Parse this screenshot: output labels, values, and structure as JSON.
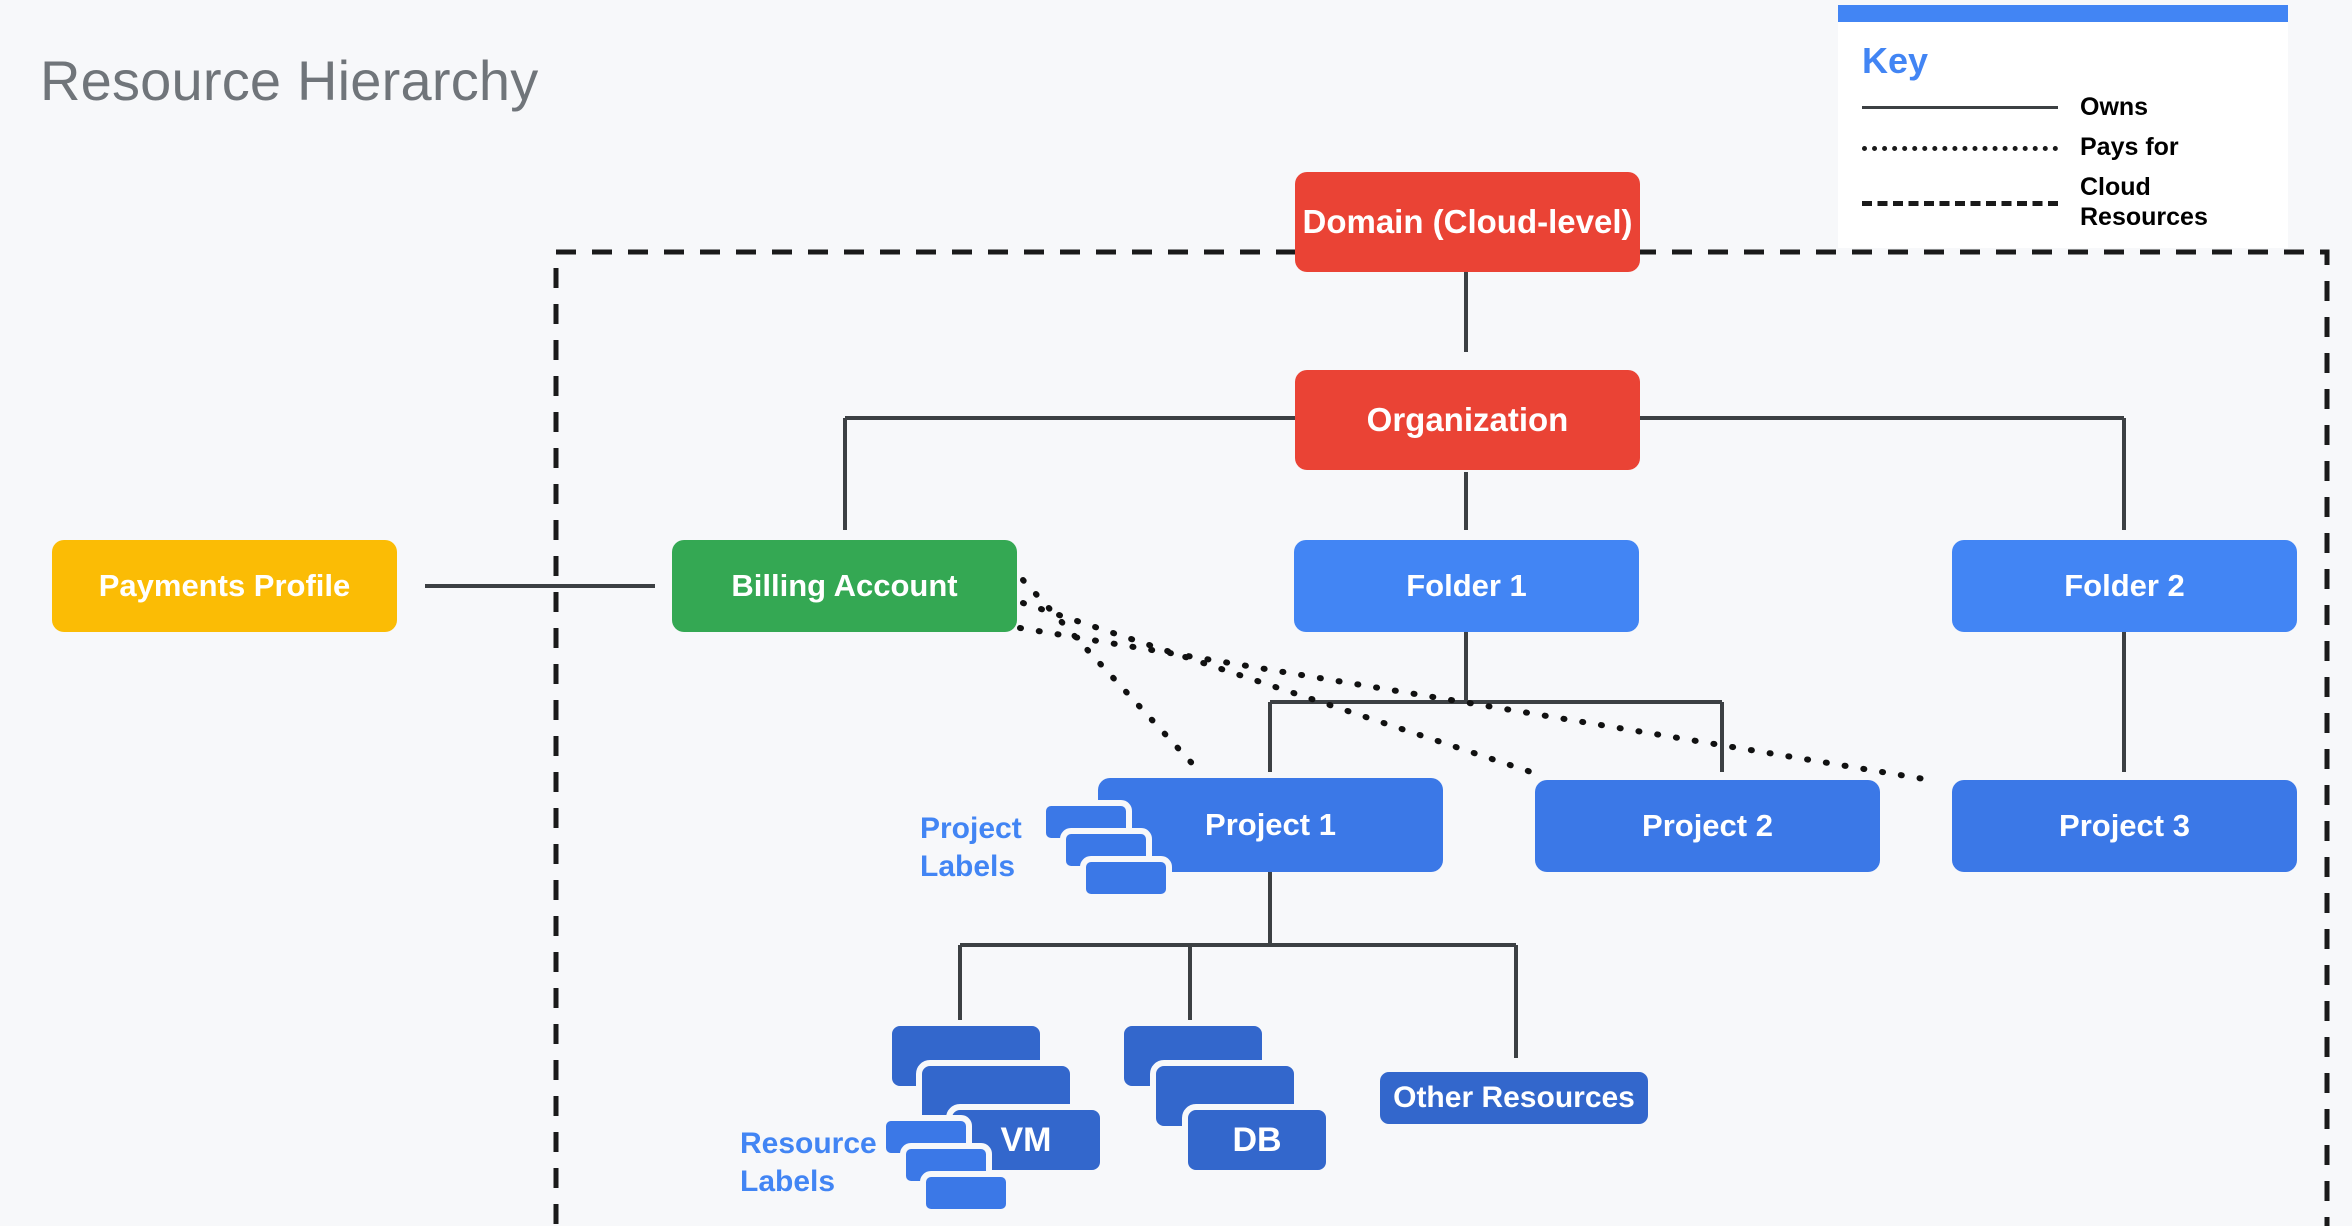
{
  "page": {
    "title": "Resource Hierarchy",
    "background": "#f7f8fa"
  },
  "legend": {
    "title": "Key",
    "accent_color": "#4285F4",
    "items": [
      {
        "style": "solid",
        "label": "Owns"
      },
      {
        "style": "dotted",
        "label": "Pays for"
      },
      {
        "style": "dashed",
        "label": "Cloud Resources"
      }
    ]
  },
  "boundary": {
    "name": "cloud-resources-boundary",
    "style": "dashed",
    "color": "#1a1a1a"
  },
  "nodes": {
    "domain": {
      "label": "Domain (Cloud-level)",
      "color": "#EA4335"
    },
    "organization": {
      "label": "Organization",
      "color": "#EA4335"
    },
    "payments": {
      "label": "Payments Profile",
      "color": "#FBBC05"
    },
    "billing": {
      "label": "Billing Account",
      "color": "#34A853"
    },
    "folder1": {
      "label": "Folder 1",
      "color": "#4285F4"
    },
    "folder2": {
      "label": "Folder 2",
      "color": "#4285F4"
    },
    "project1": {
      "label": "Project 1",
      "color": "#3B78E7"
    },
    "project2": {
      "label": "Project 2",
      "color": "#3B78E7"
    },
    "project3": {
      "label": "Project 3",
      "color": "#3B78E7"
    },
    "vm": {
      "label": "VM",
      "color": "#3367CC"
    },
    "db": {
      "label": "DB",
      "color": "#3367CC"
    },
    "other": {
      "label": "Other Resources",
      "color": "#3367CC"
    }
  },
  "captions": {
    "project_labels": "Project\nLabels",
    "project_labels_line1": "Project",
    "project_labels_line2": "Labels",
    "resource_labels_line1": "Resource",
    "resource_labels_line2": "Labels",
    "color": "#4285F4"
  },
  "chart_data": {
    "type": "diagram",
    "title": "Resource Hierarchy",
    "edges": [
      {
        "from": "domain",
        "to": "organization",
        "type": "owns",
        "arrows": "both"
      },
      {
        "from": "organization",
        "to": "billing",
        "type": "owns",
        "arrows": "end"
      },
      {
        "from": "organization",
        "to": "folder1",
        "type": "owns",
        "arrows": "end"
      },
      {
        "from": "organization",
        "to": "folder2",
        "type": "owns",
        "arrows": "end"
      },
      {
        "from": "payments",
        "to": "billing",
        "type": "owns",
        "arrows": "both"
      },
      {
        "from": "folder1",
        "to": "project1",
        "type": "owns",
        "arrows": "end"
      },
      {
        "from": "folder1",
        "to": "project2",
        "type": "owns",
        "arrows": "end"
      },
      {
        "from": "folder2",
        "to": "project3",
        "type": "owns",
        "arrows": "end"
      },
      {
        "from": "billing",
        "to": "project1",
        "type": "pays-for",
        "arrows": "end"
      },
      {
        "from": "billing",
        "to": "project2",
        "type": "pays-for",
        "arrows": "end"
      },
      {
        "from": "billing",
        "to": "project3",
        "type": "pays-for",
        "arrows": "end"
      },
      {
        "from": "project1",
        "to": "vm",
        "type": "owns",
        "arrows": "end"
      },
      {
        "from": "project1",
        "to": "db",
        "type": "owns",
        "arrows": "end"
      },
      {
        "from": "project1",
        "to": "other",
        "type": "owns",
        "arrows": "end"
      }
    ]
  }
}
